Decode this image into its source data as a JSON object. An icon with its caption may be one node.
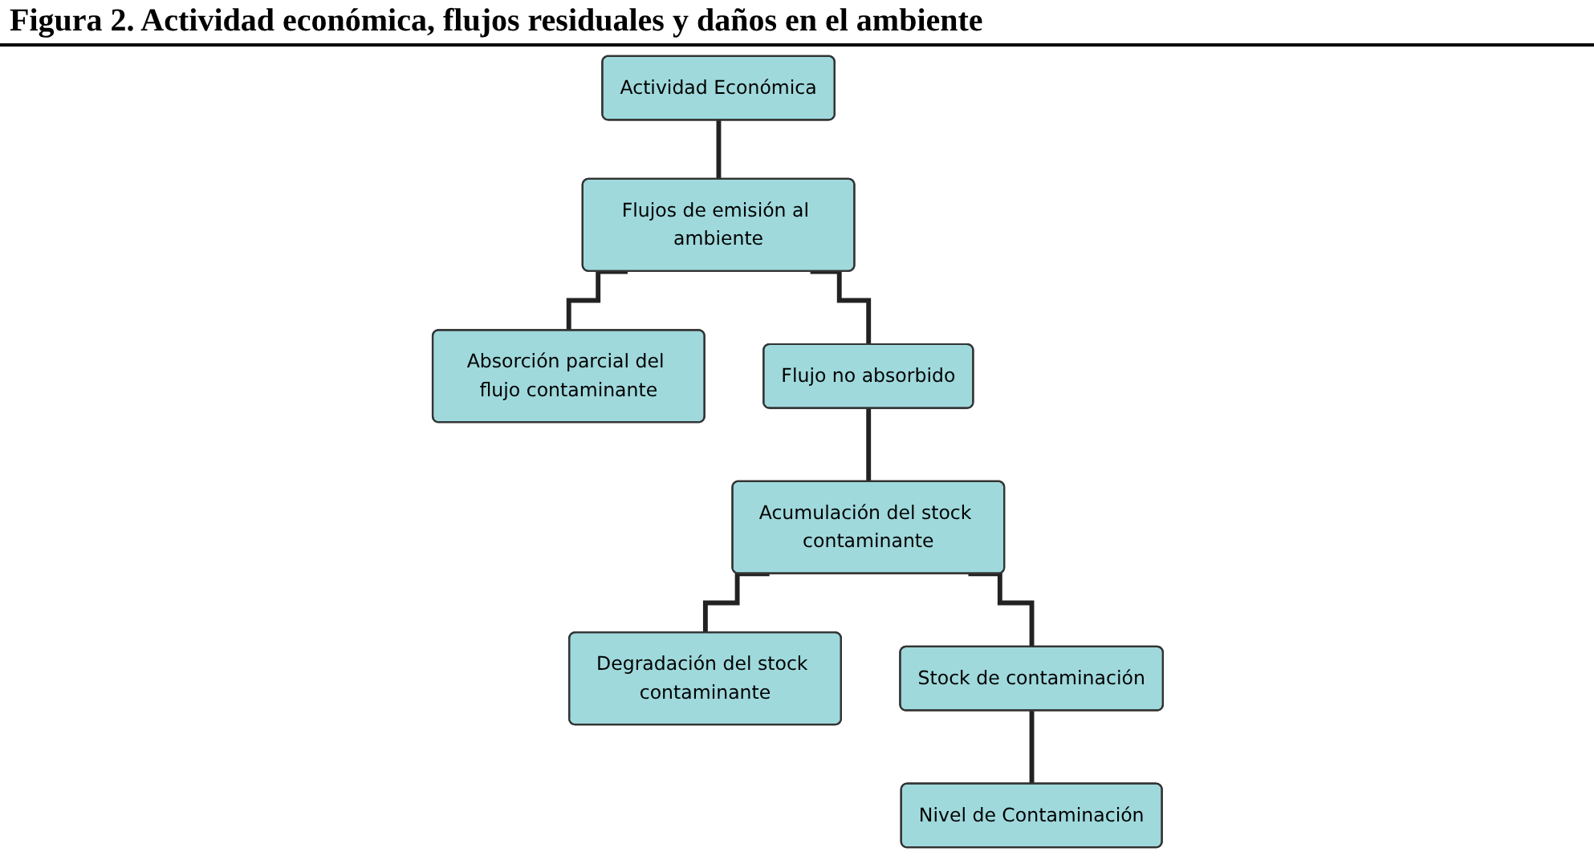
{
  "diagram": {
    "title": "Figura 2. Actividad económica, flujos residuales y daños en el ambiente",
    "nodes": [
      {
        "text": [
          "Actividad Económica"
        ]
      },
      {
        "text": [
          "Flujos de emisión al ambiente"
        ]
      },
      {
        "text": [
          "Absorción parcial del flujo contaminante"
        ]
      },
      {
        "text": [
          "Flujo no absorbido"
        ]
      },
      {
        "text": [
          "Acumulación del stock contaminante"
        ]
      },
      {
        "text": [
          "Degradación del stock contaminante"
        ]
      },
      {
        "text": [
          "Stock de contaminación"
        ]
      },
      {
        "text": [
          "Nivel de Contaminación"
        ]
      }
    ],
    "edges": [
      {
        "from": 0,
        "to": 1,
        "arrow": "none"
      },
      {
        "from": 1,
        "to": 2,
        "arrow": "none"
      },
      {
        "from": 1,
        "to": 3,
        "arrow": "none"
      },
      {
        "from": 3,
        "to": 4,
        "arrow": "none"
      },
      {
        "from": 4,
        "to": 5,
        "arrow": "none"
      },
      {
        "from": 4,
        "to": 6,
        "arrow": "none"
      },
      {
        "from": 6,
        "to": 7,
        "arrow": "none"
      }
    ]
  }
}
